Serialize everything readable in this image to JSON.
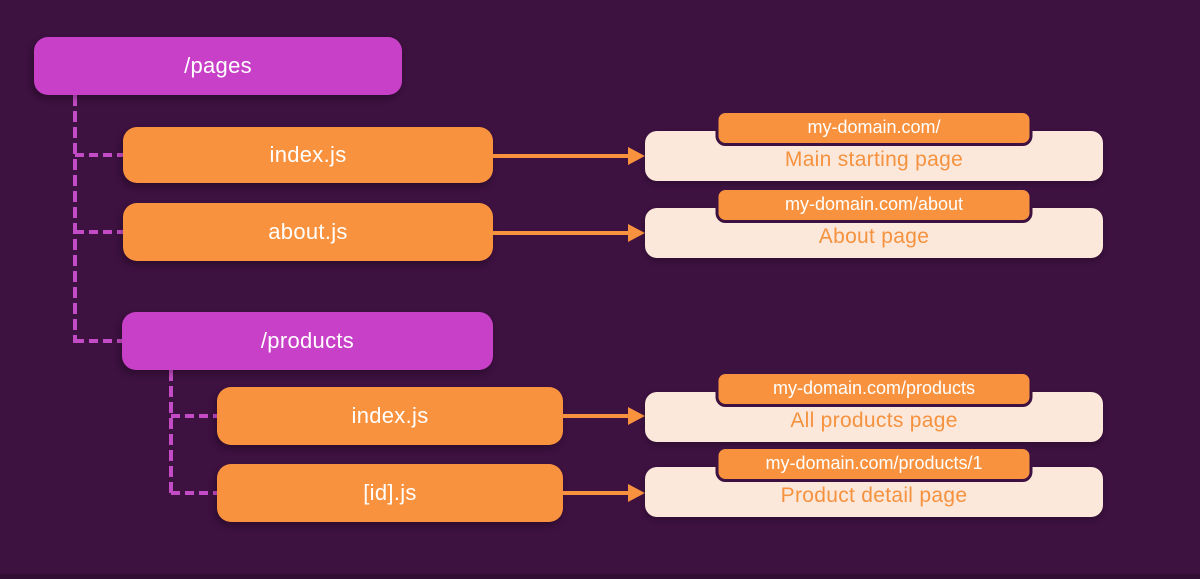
{
  "colors": {
    "background": "#3d1140",
    "folder_box": "#c840c8",
    "file_box": "#f8923e",
    "result_card": "#fce8da",
    "result_text": "#f5923f",
    "connector": "#c44bc6",
    "arrow": "#f8923e",
    "node_text": "#ffffff",
    "badge_text": "#ffffff"
  },
  "tree": {
    "pages": {
      "label": "/pages"
    },
    "pages_index": {
      "label": "index.js"
    },
    "pages_about": {
      "label": "about.js"
    },
    "products": {
      "label": "/products"
    },
    "products_index": {
      "label": "index.js"
    },
    "products_id": {
      "label": "[id].js"
    }
  },
  "results": {
    "home": {
      "url": "my-domain.com/",
      "description": "Main starting page"
    },
    "about": {
      "url": "my-domain.com/about",
      "description": "About page"
    },
    "products": {
      "url": "my-domain.com/products",
      "description": "All products page"
    },
    "product_detail": {
      "url": "my-domain.com/products/1",
      "description": "Product detail page"
    }
  }
}
